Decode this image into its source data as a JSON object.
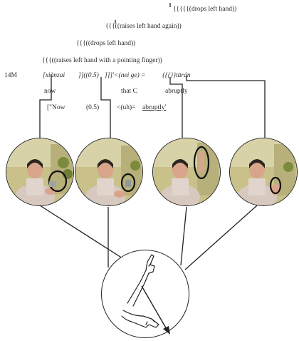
{
  "annotations": {
    "line1": "{{{{{(drops left hand))",
    "line2": "{{{((raises left hand again))",
    "line3": "{{{((drops left hand))",
    "line4": "{{{((raises left hand with a pointing finger))"
  },
  "transcript": {
    "speaker": "14M",
    "tokens": {
      "t1": "[xiànzai",
      "t2": "]]((0.5)",
      "t3": "]]]'<(nei ge) =",
      "t4": "{{{}}tūrán"
    },
    "gloss": {
      "g1": "now",
      "g2": "that C",
      "g3": "abruptly"
    },
    "translation": {
      "tr1": "[\"Now",
      "tr2": "(0.5)",
      "tr3": "<(uh)=",
      "tr4": "abruptly'"
    }
  },
  "frames": [
    {
      "id": "frame-1"
    },
    {
      "id": "frame-2"
    },
    {
      "id": "frame-3"
    },
    {
      "id": "frame-4"
    }
  ],
  "colors": {
    "line": "#222222",
    "frame_bg": "#c8c08a",
    "skin": "#d9a58a",
    "hair": "#2b2420",
    "shirt": "#d7c9c0",
    "plant": "#7c8a3c"
  }
}
